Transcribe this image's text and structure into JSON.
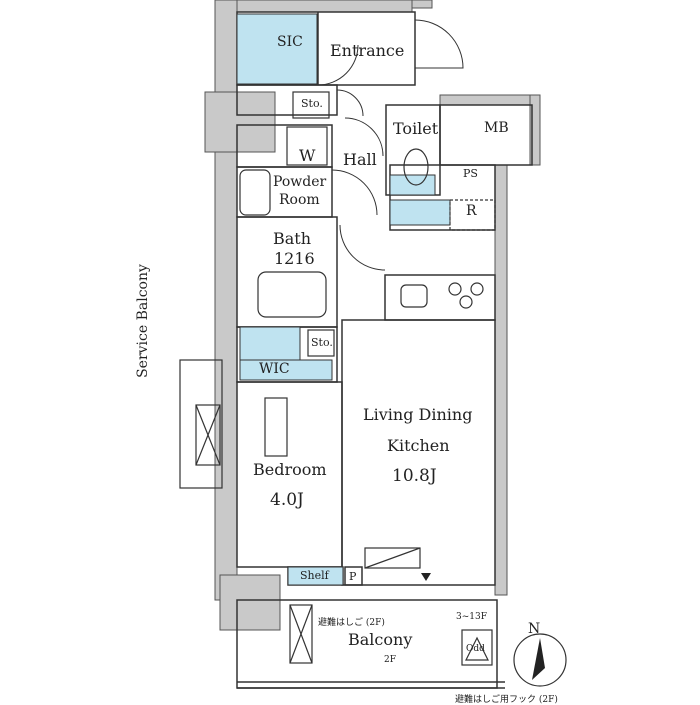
{
  "rooms": {
    "sic": "SIC",
    "entrance": "Entrance",
    "storage_top": "Sto.",
    "toilet": "Toilet",
    "mb": "MB",
    "w": "W",
    "hall": "Hall",
    "powder_room_line1": "Powder",
    "powder_room_line2": "Room",
    "ps": "PS",
    "refrigerator": "R",
    "bath_line1": "Bath",
    "bath_line2": "1216",
    "storage_mid": "Sto.",
    "wic": "WIC",
    "ldk_line1": "Living Dining",
    "ldk_line2": "Kitchen",
    "ldk_size": "10.8J",
    "bedroom": "Bedroom",
    "bedroom_size": "4.0J",
    "shelf": "Shelf",
    "p": "P",
    "balcony": "Balcony",
    "service_balcony": "Service Balcony"
  },
  "notes": {
    "ladder_2f": "避難はしご (2F)",
    "floors_3_13": "3~13F",
    "floor_2f": "2F",
    "odd": "Odd",
    "hook_2f": "避難はしご用フック (2F)"
  },
  "compass": {
    "north": "N"
  },
  "colors": {
    "wall": "#c9c9c9",
    "line": "#333333",
    "blue": "#bfe3f0"
  }
}
